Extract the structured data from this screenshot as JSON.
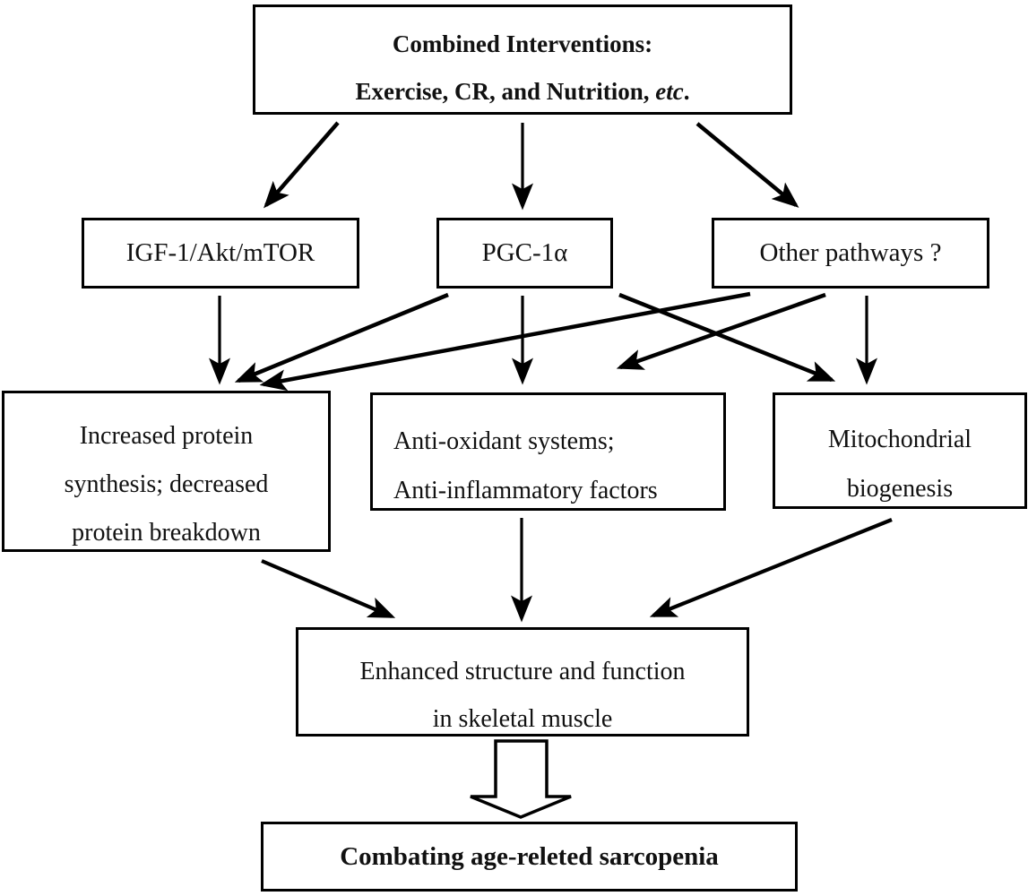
{
  "colors": {
    "background": "#ffffff",
    "box_border": "#000000",
    "text": "#111111",
    "arrow": "#000000"
  },
  "nodes": {
    "combined": {
      "line1": "Combined Interventions:",
      "line2_prefix": "Exercise, CR, and Nutrition, ",
      "line2_italic": "etc",
      "line2_suffix": "."
    },
    "igf": {
      "label": "IGF-1/Akt/mTOR"
    },
    "pgc": {
      "label": "PGC-1α"
    },
    "other": {
      "label": "Other pathways ?"
    },
    "protein": {
      "lines": [
        "Increased protein",
        "synthesis; decreased",
        "protein breakdown"
      ]
    },
    "antiox": {
      "lines": [
        "Anti-oxidant systems;",
        "Anti-inflammatory factors"
      ]
    },
    "mito": {
      "lines": [
        "Mitochondrial",
        "biogenesis"
      ]
    },
    "enhanced": {
      "lines": [
        "Enhanced structure and function",
        "in skeletal muscle"
      ]
    },
    "combating": {
      "label": "Combating age-releted sarcopenia"
    }
  },
  "edges": [
    {
      "from": "combined",
      "to": "igf"
    },
    {
      "from": "combined",
      "to": "pgc"
    },
    {
      "from": "combined",
      "to": "other"
    },
    {
      "from": "igf",
      "to": "protein"
    },
    {
      "from": "pgc",
      "to": "protein"
    },
    {
      "from": "pgc",
      "to": "antiox"
    },
    {
      "from": "pgc",
      "to": "mito"
    },
    {
      "from": "other",
      "to": "protein"
    },
    {
      "from": "other",
      "to": "antiox"
    },
    {
      "from": "other",
      "to": "mito"
    },
    {
      "from": "protein",
      "to": "enhanced"
    },
    {
      "from": "antiox",
      "to": "enhanced"
    },
    {
      "from": "mito",
      "to": "enhanced"
    },
    {
      "from": "enhanced",
      "to": "combating"
    }
  ]
}
